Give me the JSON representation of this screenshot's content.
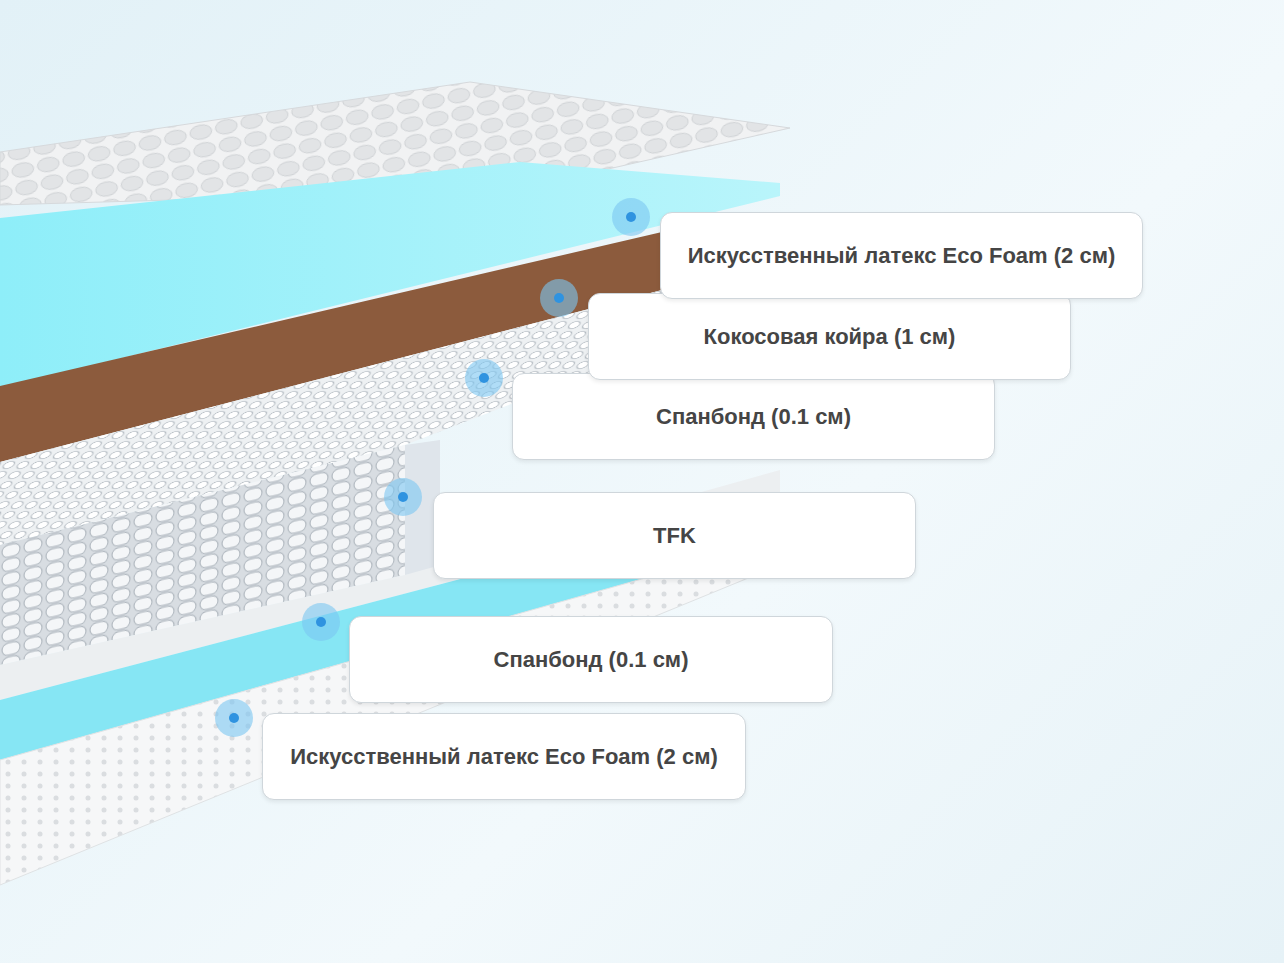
{
  "diagram": {
    "nodes": [
      {
        "text": [
          "Искусственный латекс Eco Foam (2 см)"
        ]
      },
      {
        "text": [
          "Кокосовая койра (1 см)"
        ]
      },
      {
        "text": [
          "Спанбонд (0.1 см)"
        ]
      },
      {
        "text": [
          "TFK"
        ]
      },
      {
        "text": [
          "Спанбонд (0.1 см)"
        ]
      },
      {
        "text": [
          "Искусственный латекс Eco Foam (2 см)"
        ]
      }
    ]
  }
}
